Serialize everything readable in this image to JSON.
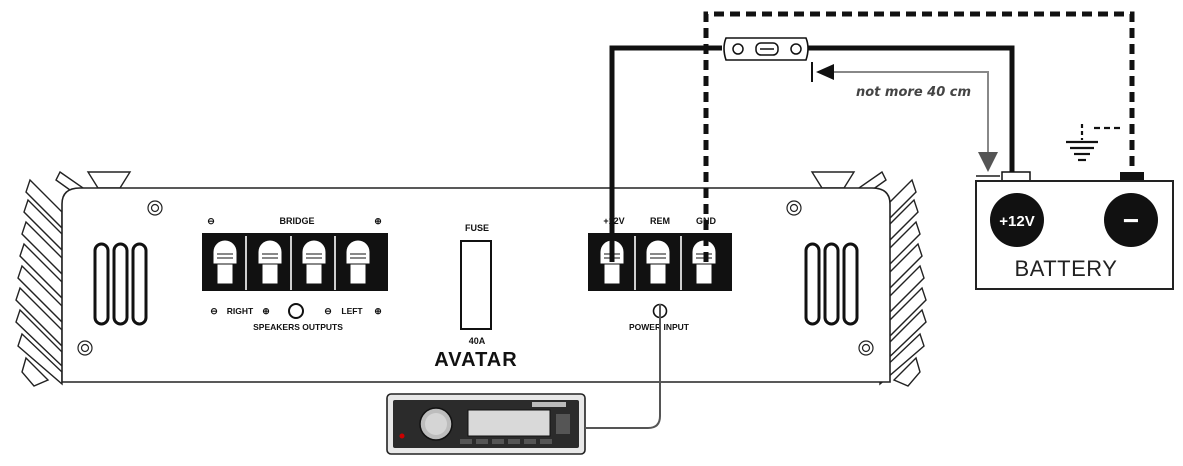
{
  "amplifier": {
    "brand": "AVATAR",
    "speaker_terminals": {
      "top_label": "BRIDGE",
      "minus_symbol": "⊖",
      "plus_symbol": "⊕",
      "right_label": "RIGHT",
      "left_label": "LEFT",
      "section_label": "SPEAKERS OUTPUTS"
    },
    "fuse": {
      "label": "FUSE",
      "rating": "40A"
    },
    "power_terminals": {
      "labels": [
        "+12V",
        "REM",
        "GND"
      ],
      "section_label": "POWER INPUT"
    }
  },
  "battery": {
    "label": "BATTERY",
    "plus_label": "+12V",
    "minus_label": "−"
  },
  "annotation": {
    "distance_note": "not more 40 cm"
  },
  "colors": {
    "line": "#111111",
    "arrow": "#888888",
    "note_text": "#444444",
    "terminal_block": "#111111"
  }
}
